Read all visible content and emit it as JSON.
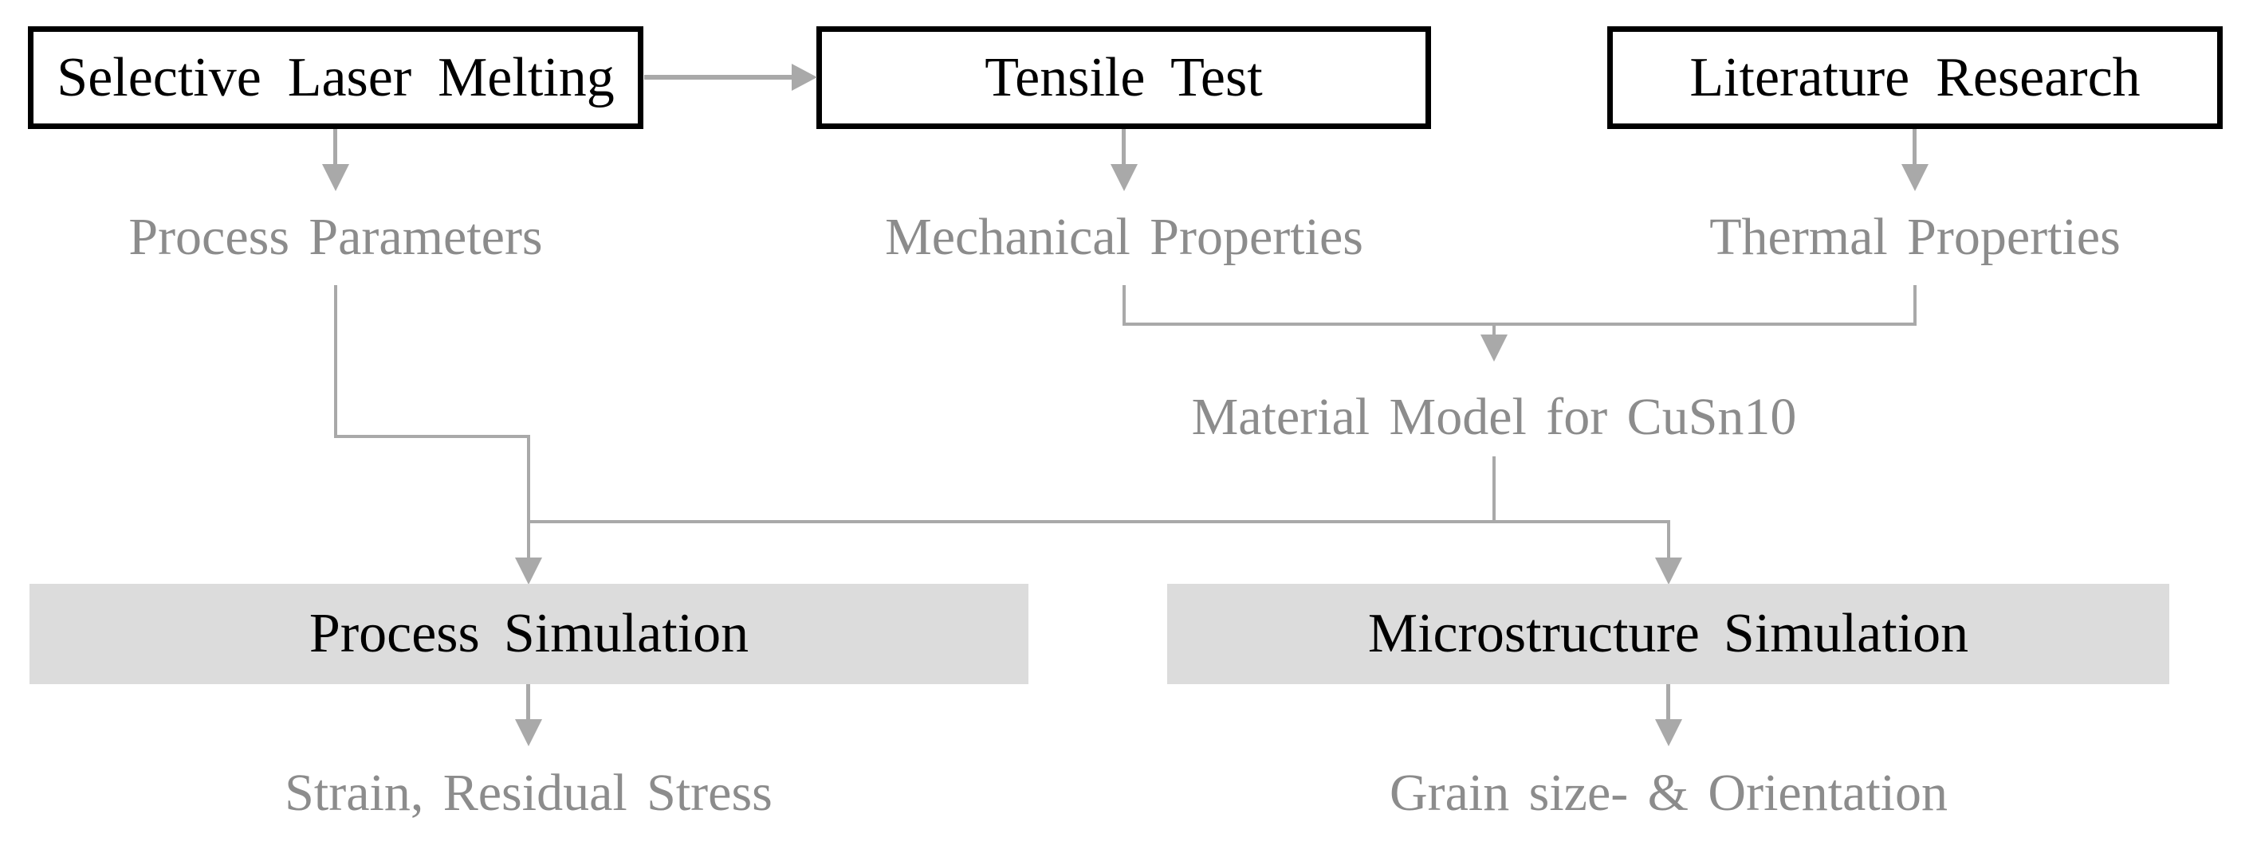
{
  "figure": {
    "background": "#ffffff",
    "colors": {
      "box_border": "#000000",
      "box_text": "#000000",
      "connector_gray": "#a9a9a9",
      "label_gray": "#8c8c8c",
      "simulation_box_fill": "#dcdcdc"
    },
    "top_boxes": [
      {
        "label": "Selective Laser Melting"
      },
      {
        "label": "Tensile Test"
      },
      {
        "label": "Literature Research"
      }
    ],
    "derived_labels": [
      {
        "label": "Process Parameters"
      },
      {
        "label": "Mechanical Properties"
      },
      {
        "label": "Thermal Properties"
      }
    ],
    "material_model_label": "Material Model for CuSn10",
    "simulation_boxes": [
      {
        "label": "Process Simulation"
      },
      {
        "label": "Microstructure Simulation"
      }
    ],
    "result_labels": [
      {
        "label": "Strain, Residual Stress"
      },
      {
        "label": "Grain size- & Orientation"
      }
    ]
  }
}
